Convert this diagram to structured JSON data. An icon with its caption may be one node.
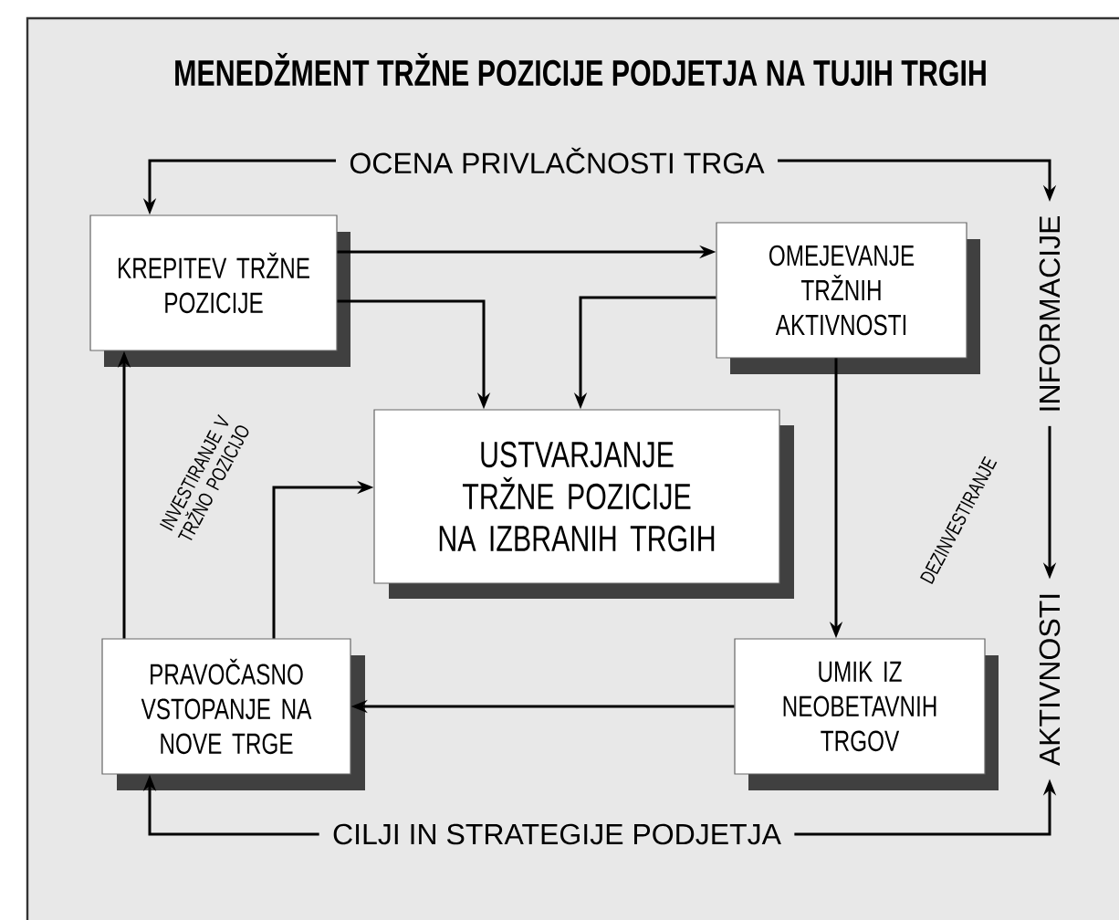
{
  "diagram": {
    "title": "MENEDŽMENT TRŽNE POZICIJE PODJETJA NA TUJIH TRGIH",
    "nodes": [
      {
        "text": [
          "KREPITEV TRŽNE POZICIJE"
        ]
      },
      {
        "text": [
          "OMEJEVANJE TRŽNIH AKTIVNOSTI"
        ]
      },
      {
        "text": [
          "USTVARJANJE TRŽNE POZICIJE NA IZBRANIH TRGIH"
        ]
      },
      {
        "text": [
          "PRAVOČASNO VSTOPANJE NA NOVE TRGE"
        ]
      },
      {
        "text": [
          "UMIK IZ NEOBETAVNIH TRGOV"
        ]
      },
      {
        "text": [
          "OCENA PRIVLAČNOSTI TRGA"
        ]
      },
      {
        "text": [
          "INFORMACIJE"
        ]
      },
      {
        "text": [
          "AKTIVNOSTI"
        ]
      },
      {
        "text": [
          "CILJI IN STRATEGIJE PODJETJA"
        ]
      }
    ],
    "edges": [
      {
        "from": 5,
        "to": 0,
        "arrow": "to"
      },
      {
        "from": 5,
        "to": 6,
        "arrow": "to"
      },
      {
        "from": 6,
        "to": 7,
        "arrow": "to"
      },
      {
        "from": 8,
        "to": 3,
        "arrow": "to"
      },
      {
        "from": 8,
        "to": 7,
        "arrow": "to"
      },
      {
        "from": 0,
        "to": 1,
        "arrow": "to"
      },
      {
        "from": 0,
        "to": 2,
        "arrow": "to"
      },
      {
        "from": 1,
        "to": 2,
        "arrow": "to"
      },
      {
        "from": 1,
        "to": 4,
        "arrow": "to",
        "label": "DEZINVESTIRANJE"
      },
      {
        "from": 4,
        "to": 3,
        "arrow": "to"
      },
      {
        "from": 3,
        "to": 2,
        "arrow": "to",
        "label": "INVESTIRANJE V TRŽNO POZICIJO"
      },
      {
        "from": 3,
        "to": 0,
        "arrow": "to"
      }
    ]
  }
}
